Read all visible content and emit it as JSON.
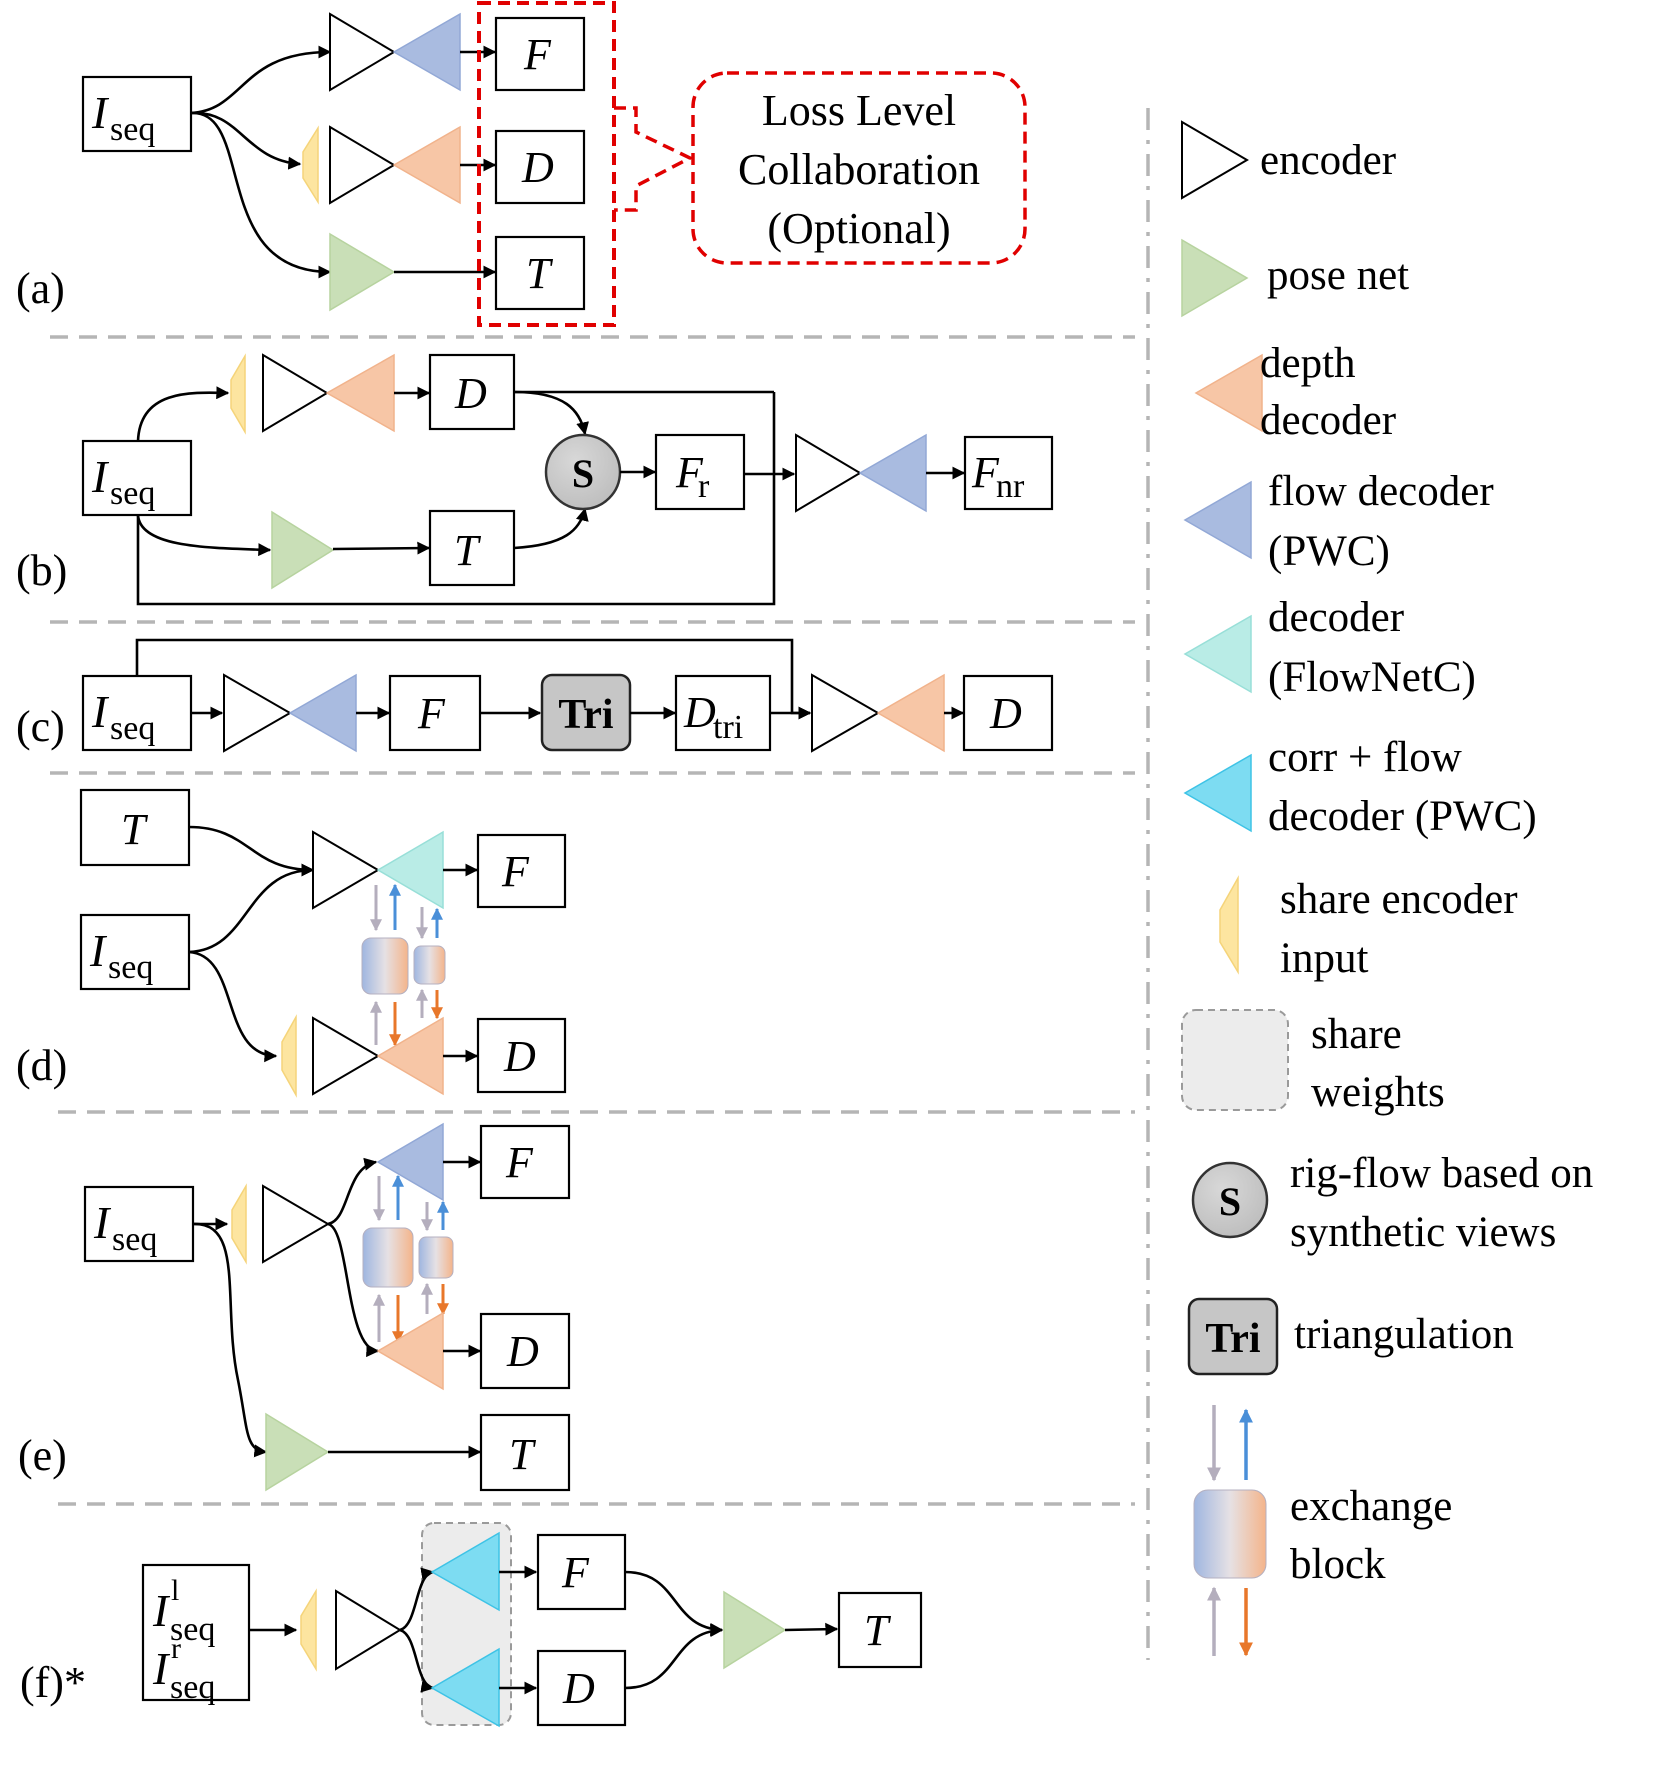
{
  "panels": {
    "a": "(a)",
    "b": "(b)",
    "c": "(c)",
    "d": "(d)",
    "e": "(e)",
    "f": "(f)*"
  },
  "symbols": {
    "I": "I",
    "seq": "seq",
    "F": "F",
    "D": "D",
    "T": "T",
    "r": "r",
    "nr": "nr",
    "tri": "tri",
    "l": "l",
    "r_sup": "r"
  },
  "callout": {
    "line1": "Loss Level",
    "line2": "Collaboration",
    "line3": "(Optional)"
  },
  "ops": {
    "S": "S",
    "Tri": "Tri"
  },
  "legend": {
    "encoder": "encoder",
    "pose_net": "pose net",
    "depth_decoder_1": "depth",
    "depth_decoder_2": "decoder",
    "flow_decoder_1": "flow decoder",
    "flow_decoder_2": "(PWC)",
    "flownetc_1": "decoder",
    "flownetc_2": "(FlowNetC)",
    "corr_1": "corr + flow",
    "corr_2": "decoder (PWC)",
    "share_enc_1": "share encoder",
    "share_enc_2": "input",
    "share_w_1": "share",
    "share_w_2": "weights",
    "rig_1": "rig-flow based on",
    "rig_2": "synthetic views",
    "tri": "triangulation",
    "exchange_1": "exchange",
    "exchange_2": "block"
  },
  "colors": {
    "encoder": "#ffffff",
    "pose_net": "#c9dfb7",
    "depth_decoder": "#f7c6a6",
    "flow_decoder": "#a9bbe0",
    "flownetc_decoder": "#b9ece6",
    "corr_flow_decoder": "#7ddcf2",
    "share_encoder_input": "#fde5a0",
    "callout_border": "#e00000",
    "separator": "#b5b5b5"
  }
}
